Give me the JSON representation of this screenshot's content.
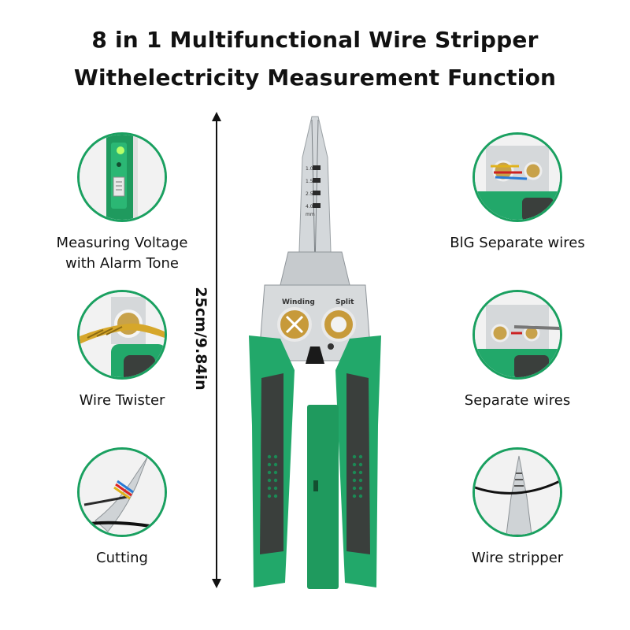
{
  "title": {
    "line1": "8 in 1 Multifunctional Wire Stripper",
    "line2": "Withelectricity Measurement Function"
  },
  "size_label": "25cm/9.84in",
  "product": {
    "left_label": "Winding",
    "right_label": "Split",
    "gauges": [
      "1.0",
      "1.5",
      "2.5",
      "4.0",
      "mm"
    ]
  },
  "features": {
    "left": [
      {
        "label": "Measuring Voltage with Alarm Tone",
        "icon": "voltage-tester-icon"
      },
      {
        "label": "Wire Twister",
        "icon": "wire-twister-icon"
      },
      {
        "label": "Cutting",
        "icon": "cutting-icon"
      }
    ],
    "right": [
      {
        "label": "BlG Separate wires",
        "icon": "big-separate-wires-icon"
      },
      {
        "label": "Separate wires",
        "icon": "separate-wires-icon"
      },
      {
        "label": "Wire stripper",
        "icon": "wire-stripper-icon"
      }
    ]
  },
  "colors": {
    "accent_green": "#1aa060",
    "handle_green": "#22a86a",
    "handle_dark": "#3a3f3c",
    "steel": "#c9cdd0"
  }
}
